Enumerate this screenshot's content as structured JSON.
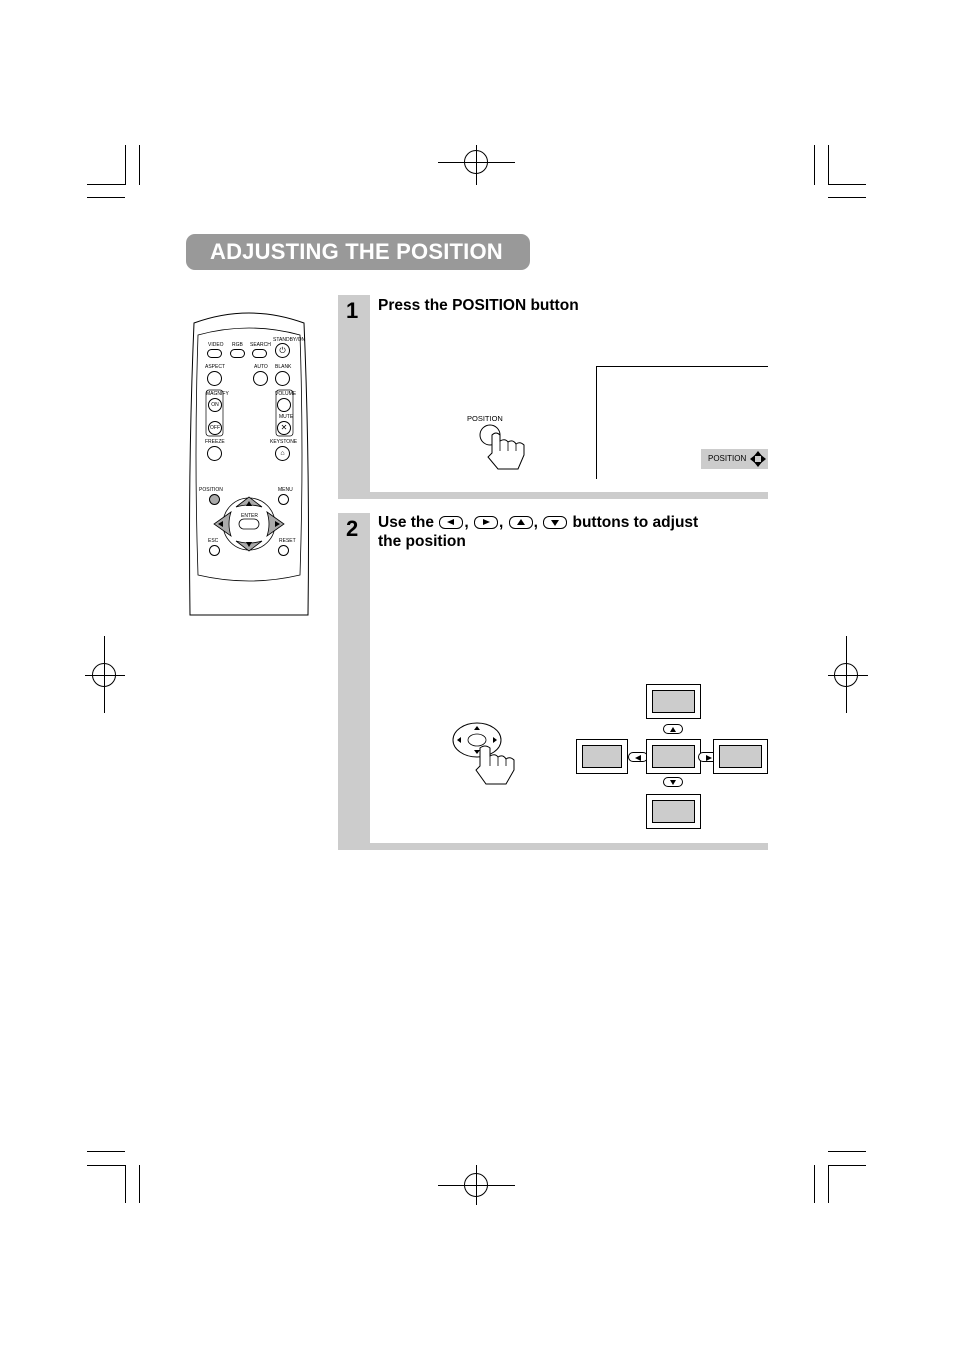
{
  "page": {
    "title": "ADJUSTING THE POSITION"
  },
  "remote": {
    "labels": {
      "video": "VIDEO",
      "rgb": "RGB",
      "search": "SEARCH",
      "standby": "STANDBY/ON",
      "aspect": "ASPECT",
      "auto": "AUTO",
      "blank": "BLANK",
      "magnify": "MAGNIFY",
      "on": "ON",
      "off": "OFF",
      "volume": "VOLUME",
      "mute": "MUTE",
      "freeze": "FREEZE",
      "keystone": "KEYSTONE",
      "position": "POSITION",
      "menu": "MENU",
      "enter": "ENTER",
      "esc": "ESC",
      "reset": "RESET"
    }
  },
  "step1": {
    "number": "1",
    "heading": "Press the POSITION button",
    "button_label": "POSITION",
    "osd_label": "POSITION"
  },
  "step2": {
    "number": "2",
    "heading_prefix": "Use the",
    "heading_suffix": "buttons to adjust",
    "heading_line2": "the position",
    "separator": ","
  }
}
